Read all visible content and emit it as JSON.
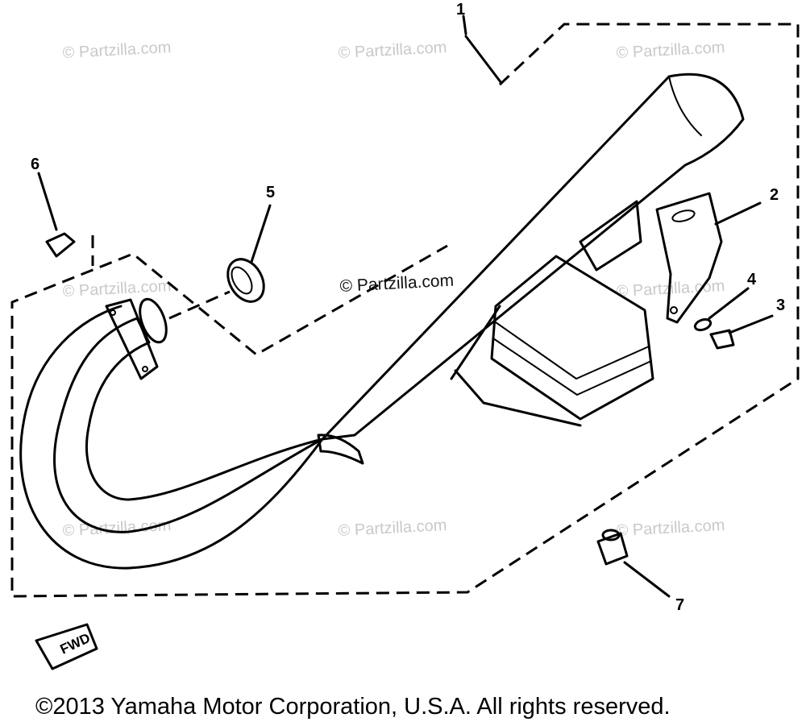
{
  "watermarks": {
    "faded": [
      "© Partzilla.com",
      "© Partzilla.com",
      "© Partzilla.com",
      "© Partzilla.com",
      "© Partzilla.com",
      "© Partzilla.com",
      "© Partzilla.com",
      "© Partzilla.com"
    ],
    "center": "© Partzilla.com"
  },
  "callouts": [
    "1",
    "2",
    "3",
    "4",
    "5",
    "6",
    "7"
  ],
  "fwd_label": "FWD",
  "copyright": "©2013 Yamaha Motor Corporation, U.S.A. All rights reserved."
}
